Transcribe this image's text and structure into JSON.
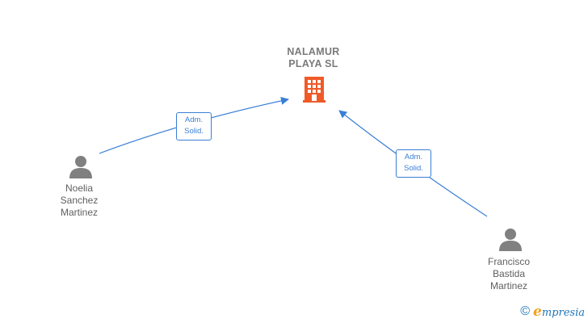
{
  "company": {
    "name": "NALAMUR\nPLAYA  SL",
    "icon": "building-icon",
    "color": "#f05a28"
  },
  "people": [
    {
      "name": "Noelia\nSanchez\nMartinez",
      "icon": "person-icon"
    },
    {
      "name": "Francisco\nBastida\nMartinez",
      "icon": "person-icon"
    }
  ],
  "relations": [
    {
      "label": "Adm.\nSolid.",
      "from": "Noelia Sanchez Martinez",
      "to": "NALAMUR PLAYA SL"
    },
    {
      "label": "Adm.\nSolid.",
      "from": "Francisco Bastida Martinez",
      "to": "NALAMUR PLAYA SL"
    }
  ],
  "colors": {
    "edge": "#3a7fd5",
    "person": "#808080",
    "label_text": "#3a7fd5"
  },
  "watermark": {
    "symbol": "©",
    "brand_first": "e",
    "brand_rest": "mpresia"
  }
}
